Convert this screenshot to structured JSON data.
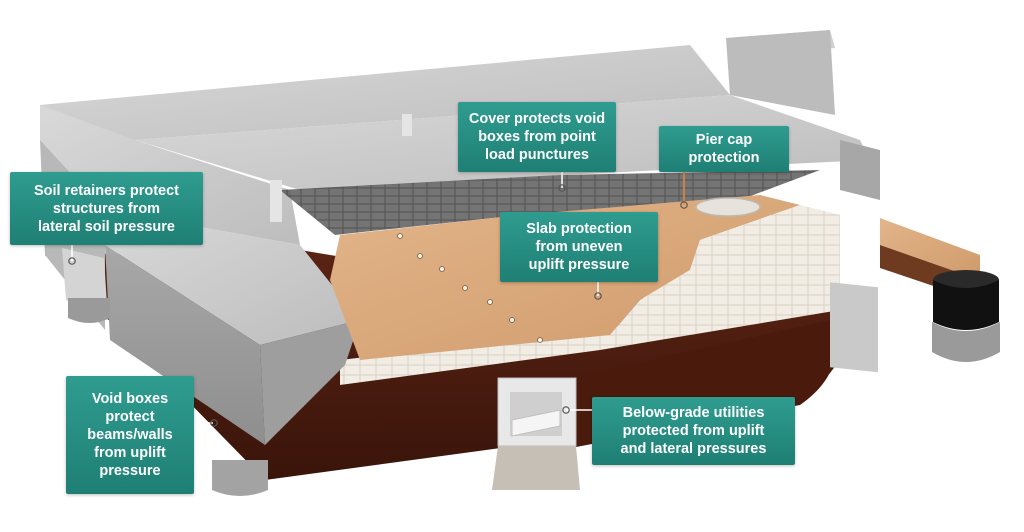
{
  "colors": {
    "callout_bg": "#25897e",
    "callout_text": "#ffffff",
    "concrete": "#c9c9c9",
    "void_board": "#d9a77a",
    "soil": "#4a1c10",
    "pointer": "#ffffff"
  },
  "callouts": [
    {
      "id": "cover",
      "lines": [
        "Cover protects void",
        "boxes from point",
        "load punctures"
      ]
    },
    {
      "id": "pier-cap",
      "lines": [
        "Pier cap",
        "protection"
      ]
    },
    {
      "id": "soil-retainers",
      "lines": [
        "Soil retainers protect",
        "structures from",
        "lateral soil pressure"
      ]
    },
    {
      "id": "slab",
      "lines": [
        "Slab protection",
        "from uneven",
        "uplift pressure"
      ]
    },
    {
      "id": "void-boxes",
      "lines": [
        "Void boxes",
        "protect",
        "beams/walls",
        "from uplift",
        "pressure"
      ]
    },
    {
      "id": "utilities",
      "lines": [
        "Below-grade utilities",
        "protected from uplift",
        "and lateral pressures"
      ]
    }
  ]
}
